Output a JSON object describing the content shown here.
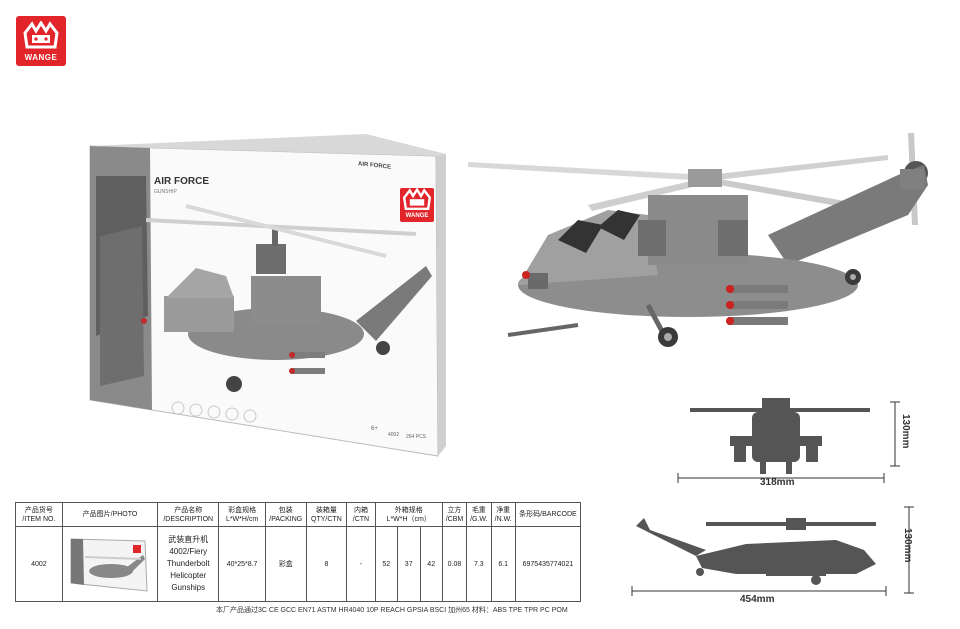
{
  "brand": {
    "logo_text": "WANGE",
    "color": "#e1252b"
  },
  "box": {
    "title": "AIR FORCE",
    "subtitle": "GUNSHIP",
    "side_title": "AIR FORCE",
    "age": "6+",
    "item": "4002",
    "pcs": "264 PCS",
    "logo_text": "WANGE"
  },
  "dimensions": {
    "front_height": "130mm",
    "front_width": "318mm",
    "side_height": "130mm",
    "side_length": "454mm"
  },
  "table": {
    "headers": [
      [
        "产品货号",
        "/ITEM NO."
      ],
      [
        "产品图片/PHOTO",
        ""
      ],
      [
        "产品名称",
        "/DESCRIPTION"
      ],
      [
        "彩盒规格",
        "L*W*H/cm"
      ],
      [
        "包装",
        "/PACKING"
      ],
      [
        "装箱量",
        "QTY/CTN"
      ],
      [
        "内箱",
        "/CTN"
      ],
      [
        "外箱规格",
        "L*W*H（cm）"
      ],
      [
        "立方",
        "/CBM"
      ],
      [
        "毛重",
        "/G.W."
      ],
      [
        "净重",
        "/N.W."
      ],
      [
        "条形码/BARCODE",
        ""
      ]
    ],
    "row": {
      "item_no": "4002",
      "description": [
        "武装直升机",
        "4002/Fiery",
        "Thunderbolt",
        "Helicopter",
        "Gunships"
      ],
      "box_size": "40*25*8.7",
      "packing": "彩盒",
      "qty": "8",
      "inner": "-",
      "ctn_l": "52",
      "ctn_w": "37",
      "ctn_h": "42",
      "cbm": "0.08",
      "gw": "7.3",
      "nw": "6.1",
      "barcode": "6975435774021"
    }
  },
  "certifications": "本厂产品通过3C  CE  GCC  EN71  ASTM  HR4040 10P  REACH  GPSIA  BSCI  加州65   材料：ABS TPE TPR PC POM"
}
